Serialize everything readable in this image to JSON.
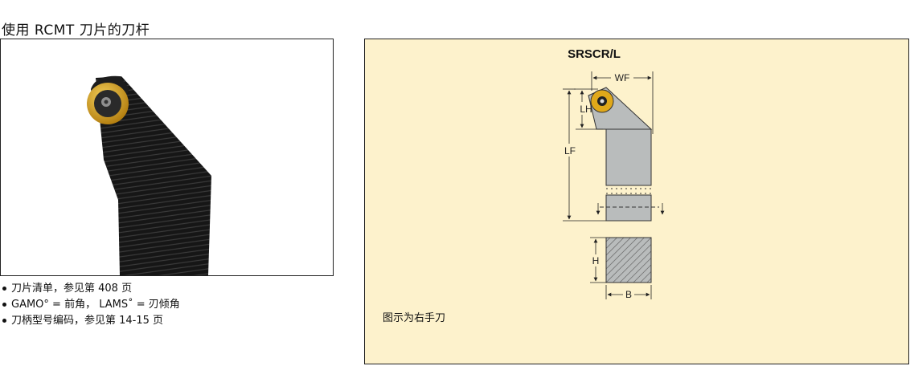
{
  "page": {
    "title": "使用 RCMT 刀片的刀杆"
  },
  "notes": [
    "刀片清单，参见第 408 页",
    "GAMO° = 前角， LAMS˚ = 刃倾角",
    "刀柄型号编码，参见第 14-15 页"
  ],
  "diagram": {
    "title": "SRSCR/L",
    "caption": "图示为右手刀",
    "labels": {
      "wf": "WF",
      "lh": "LH",
      "lf": "LF",
      "h": "H",
      "b": "B"
    }
  },
  "colors": {
    "panel_bg": "#fdf2cc",
    "insert": "#e0a81a",
    "shank": "#b9bcbc",
    "holder_black": "#1a1a1a"
  }
}
